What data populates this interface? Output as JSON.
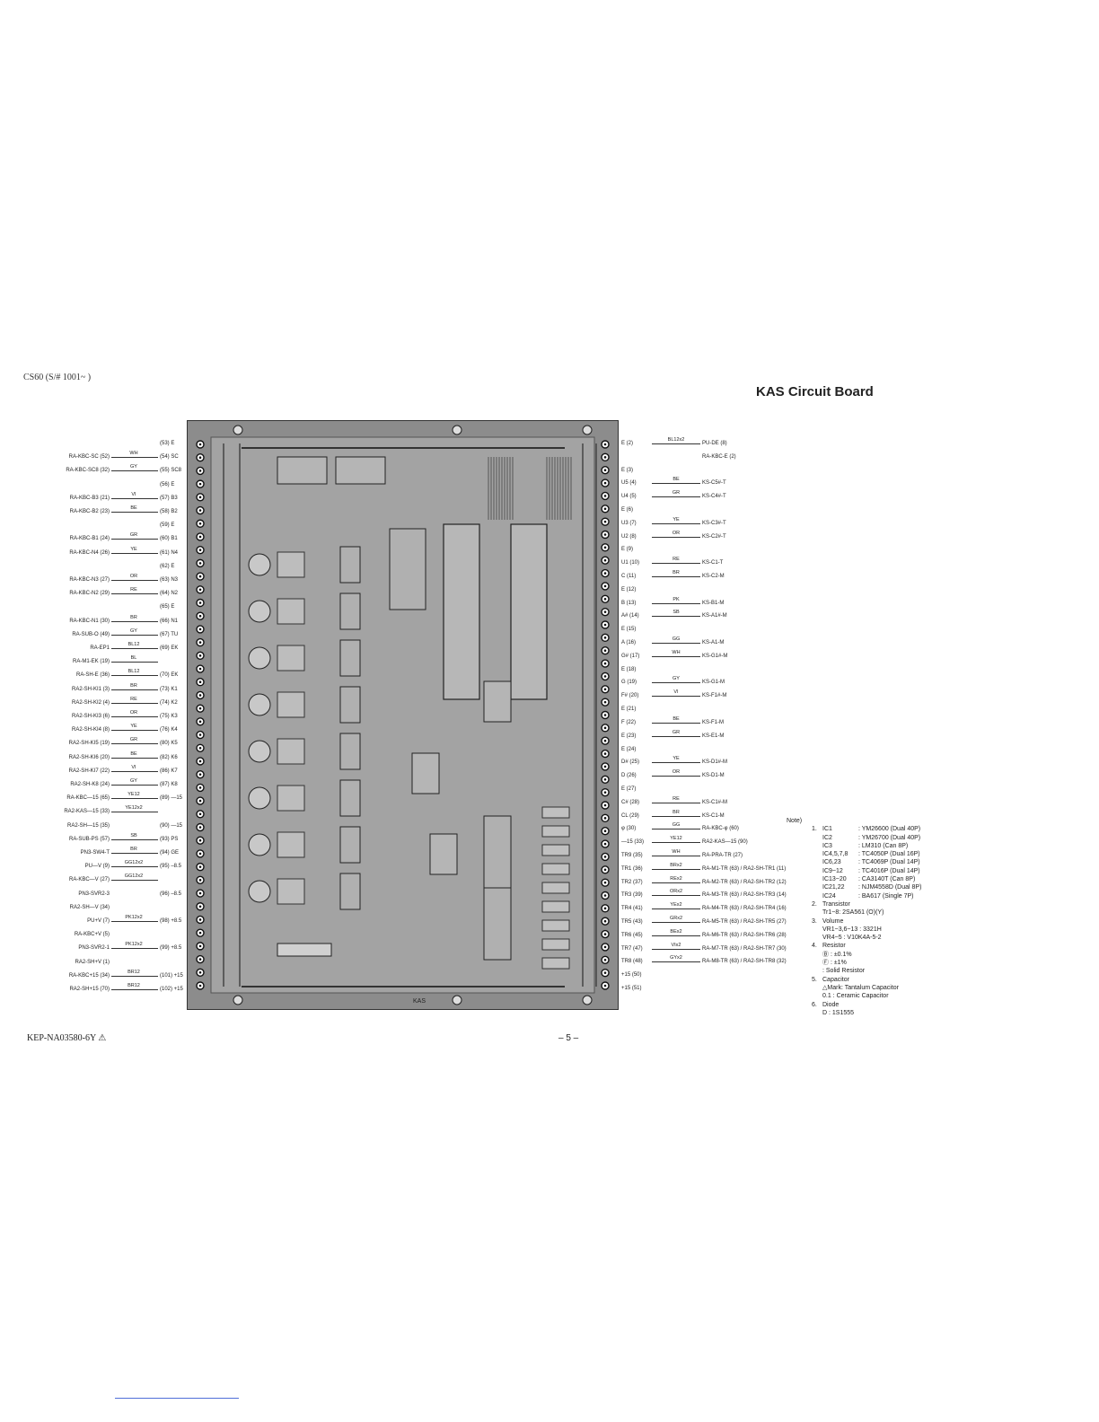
{
  "header": {
    "model": "CS60 (S/# 1001~ )",
    "title": "KAS  Circuit Board"
  },
  "footer": {
    "code": "KEP-NA03580-6Y ⚠",
    "page": "– 5 –"
  },
  "board_text": "KAS",
  "left_connections": [
    {
      "from": "",
      "wire": "",
      "pin": "(53) E"
    },
    {
      "from": "RA-KBC-SC (52)",
      "wire": "WH",
      "pin": "(54) SC"
    },
    {
      "from": "RA-KBC-SC8 (32)",
      "wire": "GY",
      "pin": "(55) SC8"
    },
    {
      "from": "",
      "wire": "",
      "pin": "(56) E"
    },
    {
      "from": "RA-KBC-B3 (21)",
      "wire": "VI",
      "pin": "(57) B3"
    },
    {
      "from": "RA-KBC-B2 (23)",
      "wire": "BE",
      "pin": "(58) B2"
    },
    {
      "from": "",
      "wire": "",
      "pin": "(59) E"
    },
    {
      "from": "RA-KBC-B1 (24)",
      "wire": "GR",
      "pin": "(60) B1"
    },
    {
      "from": "RA-KBC-N4 (26)",
      "wire": "YE",
      "pin": "(61) N4"
    },
    {
      "from": "",
      "wire": "",
      "pin": "(62) E"
    },
    {
      "from": "RA-KBC-N3 (27)",
      "wire": "OR",
      "pin": "(63) N3"
    },
    {
      "from": "RA-KBC-N2 (29)",
      "wire": "RE",
      "pin": "(64) N2"
    },
    {
      "from": "",
      "wire": "",
      "pin": "(65) E"
    },
    {
      "from": "RA-KBC-N1 (30)",
      "wire": "BR",
      "pin": "(66) N1"
    },
    {
      "from": "RA-SUB-O (49)",
      "wire": "GY",
      "pin": "(67) TU"
    },
    {
      "from": "RA-EP1",
      "wire": "BL12",
      "pin": "(69) EK"
    },
    {
      "from": "RA-M1-EK (19)",
      "wire": "BL",
      "pin": ""
    },
    {
      "from": "RA-SH-E (36)",
      "wire": "BL12",
      "pin": "(70) EK"
    },
    {
      "from": "RA2-SH-KI1 (3)",
      "wire": "BR",
      "pin": "(73) K1"
    },
    {
      "from": "RA2-SH-KI2 (4)",
      "wire": "RE",
      "pin": "(74) K2"
    },
    {
      "from": "RA2-SH-KI3 (6)",
      "wire": "OR",
      "pin": "(75) K3"
    },
    {
      "from": "RA2-SH-KI4 (8)",
      "wire": "YE",
      "pin": "(76) K4"
    },
    {
      "from": "RA2-SH-KI5 (19)",
      "wire": "GR",
      "pin": "(80) K5"
    },
    {
      "from": "RA2-SH-KI6 (20)",
      "wire": "BE",
      "pin": "(82) K6"
    },
    {
      "from": "RA2-SH-KI7 (22)",
      "wire": "VI",
      "pin": "(86) K7"
    },
    {
      "from": "RA2-SH-K8 (24)",
      "wire": "GY",
      "pin": "(87) K8"
    },
    {
      "from": "RA-KBC—15 (65)",
      "wire": "YE12",
      "pin": "(89) —15"
    },
    {
      "from": "RA2-KAS—15 (33)",
      "wire": "YE12x2",
      "pin": ""
    },
    {
      "from": "RA2-SH—15 (35)",
      "wire": "",
      "pin": "(90) —15"
    },
    {
      "from": "RA-SUB-PS (57)",
      "wire": "SB",
      "pin": "(93) PS"
    },
    {
      "from": "PN3-SW4-T",
      "wire": "BR",
      "pin": "(94) GE"
    },
    {
      "from": "PU—V (9)",
      "wire": "GG12x2",
      "pin": "(95) –8.5"
    },
    {
      "from": "RA-KBC—V (27)",
      "wire": "GG12x2",
      "pin": ""
    },
    {
      "from": "PN3-SVR2-3",
      "wire": "",
      "pin": "(96) –8.5"
    },
    {
      "from": "RA2-SH—V (34)",
      "wire": "",
      "pin": ""
    },
    {
      "from": "PU+V (7)",
      "wire": "PK12x2",
      "pin": "(98) +8.5"
    },
    {
      "from": "RA-KBC+V (5)",
      "wire": "",
      "pin": ""
    },
    {
      "from": "PN3-SVR2-1",
      "wire": "PK12x2",
      "pin": "(99) +8.5"
    },
    {
      "from": "RA2-SH+V (1)",
      "wire": "",
      "pin": ""
    },
    {
      "from": "RA-KBC+15 (34)",
      "wire": "BR12",
      "pin": "(101) +15"
    },
    {
      "from": "RA2-SH+15 (70)",
      "wire": "BR12",
      "pin": "(102) +15"
    }
  ],
  "right_connections": [
    {
      "pin": "E  (2)",
      "wire": "BL12x2",
      "to": "PU-DE (8)"
    },
    {
      "pin": "",
      "wire": "",
      "to": "RA-KBC-E (2)"
    },
    {
      "pin": "E  (3)",
      "wire": "",
      "to": ""
    },
    {
      "pin": "U5 (4)",
      "wire": "BE",
      "to": "KS-C5#-T"
    },
    {
      "pin": "U4 (5)",
      "wire": "GR",
      "to": "KS-C4#-T"
    },
    {
      "pin": "E  (6)",
      "wire": "",
      "to": ""
    },
    {
      "pin": "U3 (7)",
      "wire": "YE",
      "to": "KS-C3#-T"
    },
    {
      "pin": "U2 (8)",
      "wire": "OR",
      "to": "KS-C2#-T"
    },
    {
      "pin": "E  (9)",
      "wire": "",
      "to": ""
    },
    {
      "pin": "U1 (10)",
      "wire": "RE",
      "to": "KS-C1-T"
    },
    {
      "pin": "C  (11)",
      "wire": "BR",
      "to": "KS-C2-M"
    },
    {
      "pin": "E  (12)",
      "wire": "",
      "to": ""
    },
    {
      "pin": "B  (13)",
      "wire": "PK",
      "to": "KS-B1-M"
    },
    {
      "pin": "A# (14)",
      "wire": "SB",
      "to": "KS-A1#-M"
    },
    {
      "pin": "E  (15)",
      "wire": "",
      "to": ""
    },
    {
      "pin": "A  (16)",
      "wire": "GG",
      "to": "KS-A1-M"
    },
    {
      "pin": "G# (17)",
      "wire": "WH",
      "to": "KS-G1#-M"
    },
    {
      "pin": "E  (18)",
      "wire": "",
      "to": ""
    },
    {
      "pin": "G  (19)",
      "wire": "GY",
      "to": "KS-G1-M"
    },
    {
      "pin": "F# (20)",
      "wire": "VI",
      "to": "KS-F1#-M"
    },
    {
      "pin": "E  (21)",
      "wire": "",
      "to": ""
    },
    {
      "pin": "F  (22)",
      "wire": "BE",
      "to": "KS-F1-M"
    },
    {
      "pin": "E  (23)",
      "wire": "GR",
      "to": "KS-E1-M"
    },
    {
      "pin": "E  (24)",
      "wire": "",
      "to": ""
    },
    {
      "pin": "D# (25)",
      "wire": "YE",
      "to": "KS-D1#-M"
    },
    {
      "pin": "D  (26)",
      "wire": "OR",
      "to": "KS-D1-M"
    },
    {
      "pin": "E  (27)",
      "wire": "",
      "to": ""
    },
    {
      "pin": "C# (28)",
      "wire": "RE",
      "to": "KS-C1#-M"
    },
    {
      "pin": "CL (29)",
      "wire": "BR",
      "to": "KS-C1-M"
    },
    {
      "pin": "φ  (30)",
      "wire": "GG",
      "to": "RA-KBC-φ (60)"
    },
    {
      "pin": "—15 (33)",
      "wire": "YE12",
      "to": "RA2-KAS—15 (90)"
    },
    {
      "pin": "TR9 (35)",
      "wire": "WH",
      "to": "RA-PRA-TR (27)"
    },
    {
      "pin": "TR1 (36)",
      "wire": "BRx2",
      "to": "RA-M1-TR (63) / RA2-SH-TR1 (11)"
    },
    {
      "pin": "TR2 (37)",
      "wire": "REx2",
      "to": "RA-M2-TR (63) / RA2-SH-TR2 (12)"
    },
    {
      "pin": "TR3 (39)",
      "wire": "ORx2",
      "to": "RA-M3-TR (63) / RA2-SH-TR3 (14)"
    },
    {
      "pin": "TR4 (41)",
      "wire": "YEx2",
      "to": "RA-M4-TR (63) / RA2-SH-TR4 (16)"
    },
    {
      "pin": "TR5 (43)",
      "wire": "GRx2",
      "to": "RA-M5-TR (63) / RA2-SH-TR5 (27)"
    },
    {
      "pin": "TR6 (45)",
      "wire": "BEx2",
      "to": "RA-M6-TR (63) / RA2-SH-TR6 (28)"
    },
    {
      "pin": "TR7 (47)",
      "wire": "VIx2",
      "to": "RA-M7-TR (63) / RA2-SH-TR7 (30)"
    },
    {
      "pin": "TR8 (48)",
      "wire": "GYx2",
      "to": "RA-M8-TR (63) / RA2-SH-TR8 (32)"
    },
    {
      "pin": "+15 (50)",
      "wire": "",
      "to": ""
    },
    {
      "pin": "+15 (51)",
      "wire": "",
      "to": ""
    }
  ],
  "notes": {
    "label": "Note)",
    "rows": [
      {
        "num": "1.",
        "a": "IC1",
        "b": ": YM26600 (Dual 40P)"
      },
      {
        "num": "",
        "a": "IC2",
        "b": ": YM26700 (Dual 40P)"
      },
      {
        "num": "",
        "a": "IC3",
        "b": ": LM310    (Can 8P)"
      },
      {
        "num": "",
        "a": "IC4,5,7,8",
        "b": ": TC4050P   (Dual 16P)"
      },
      {
        "num": "",
        "a": "IC6,23",
        "b": ": TC4069P   (Dual 14P)"
      },
      {
        "num": "",
        "a": "IC9~12",
        "b": ": TC4016P   (Dual 14P)"
      },
      {
        "num": "",
        "a": "IC13~20",
        "b": ": CA3140T  (Can 8P)"
      },
      {
        "num": "",
        "a": "IC21,22",
        "b": ": NJM4558D (Dual 8P)"
      },
      {
        "num": "",
        "a": "IC24",
        "b": ": BA617 (Single 7P)"
      },
      {
        "num": "2.",
        "a": "Transistor",
        "b": ""
      },
      {
        "num": "",
        "a": "   Tr1~8: 2SA561 (O)(Y)",
        "b": ""
      },
      {
        "num": "3.",
        "a": "Volume",
        "b": ""
      },
      {
        "num": "",
        "a": "   VR1~3,6~13  : 3321H",
        "b": ""
      },
      {
        "num": "",
        "a": "   VR4~5          : V10K4A-5-2",
        "b": ""
      },
      {
        "num": "4.",
        "a": "Resistor",
        "b": ""
      },
      {
        "num": "",
        "a": "      Ⓑ   :  ±0.1%",
        "b": ""
      },
      {
        "num": "",
        "a": "      Ⓕ   :  ±1%",
        "b": ""
      },
      {
        "num": "",
        "a": "           :  Solid Resistor",
        "b": ""
      },
      {
        "num": "5.",
        "a": "Capacitor",
        "b": ""
      },
      {
        "num": "",
        "a": "   △Mark:  Tantalum Capacitor",
        "b": ""
      },
      {
        "num": "",
        "a": "   0.1     :  Ceramic Capacitor",
        "b": ""
      },
      {
        "num": "6.",
        "a": "Diode",
        "b": ""
      },
      {
        "num": "",
        "a": "   D        :  1S1555",
        "b": ""
      }
    ]
  }
}
